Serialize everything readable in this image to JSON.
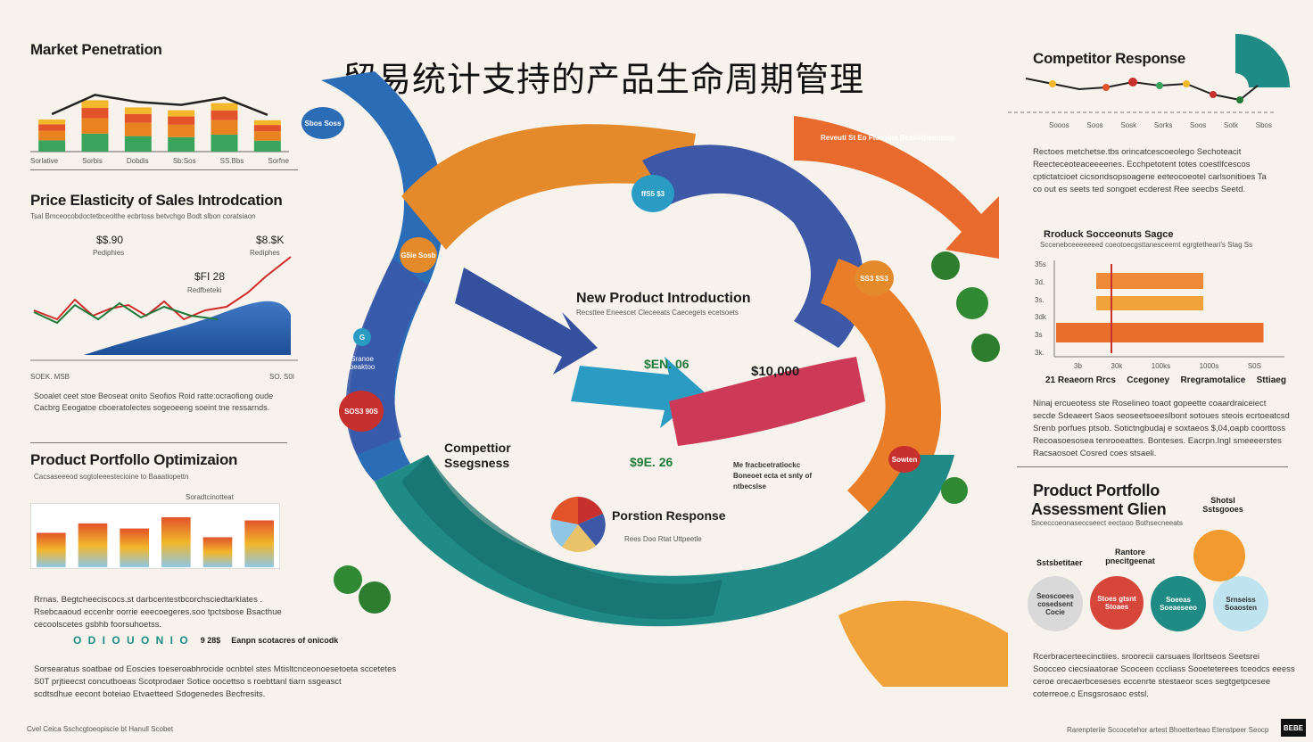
{
  "main_title": "贸易统计支持的产品生命周期管理",
  "left": {
    "market_penetration": {
      "title": "Market Penetration",
      "tick_labels": [
        "Sorlative",
        "Sorbis",
        "Dobdis",
        "Sb:Sos",
        "SS.Bbs",
        "Sorfne"
      ],
      "values": [
        0.45,
        0.72,
        0.62,
        0.58,
        0.68,
        0.44
      ],
      "colors": [
        "#3aa35c",
        "#e8831f",
        "#e2532a",
        "#f2b72a"
      ]
    },
    "price_elasticity": {
      "title": "Price Elasticity of Sales Introdcation",
      "subtitle": "Tsal Bmceocobdoctetbceolthe ecbrtoss betvchgo Bodt slbon coratsiaon",
      "labels": [
        {
          "value": "$$.90",
          "note": "Pediphies"
        },
        {
          "value": "$8.$K",
          "note": "Rediphes"
        },
        {
          "value": "$FI 28",
          "note": "Redfbeteki"
        }
      ],
      "axis_left": "SOEK. MSB",
      "axis_right": "SO. S0I",
      "text_lines": [
        "Sooalet ceet stoe Beoseat onito Seofios Roid ratte:ocraofiong oude",
        "Cacbrg Eeogatoe cboeratolectes sogeoeeng soeint tne ressarnds."
      ]
    },
    "portfolio_opt": {
      "title": "Product Portfollo Optimizaion",
      "subtitle": "Cacsaseeeod sogtoleeestecioine to Baaatiopettn",
      "chart_label": "Soradtcinotteat",
      "heat_values": [
        0.55,
        0.7,
        0.62,
        0.8,
        0.48,
        0.75
      ],
      "text_lines": [
        "Rrnas. Begtcheeciscocs.st darbcentestbcorchsciedtarklates .",
        "Rsebcaaoud eccenbr oorrie eeecoegeres.soo tpctsbose Bsacthue",
        "cecoolscetes gsbhb foorsuhoetss."
      ],
      "highlight_code": "O D I O U O N I O",
      "highlight_value": "9  28$",
      "highlight_text": "Eanpn scotacres of onicodk",
      "bottom_text": [
        "Sorsearatus soatbae od Eoscies toeseroabhrocide ocnbtel stes Mtisltcnceonoesetoeta sccetetes",
        "S0T prjtieecst concutboeas Scotprodaer Sotice oocettso s roebttanl tiarn ssgeasct",
        "scdtsdhue eecont boteiao Etvaetteed Sdogenedes Becfresits."
      ],
      "footer": "Cvel  Ceica Sschcgtoeopiscie bt Hanull Scobet"
    }
  },
  "center": {
    "labels": {
      "new_product": "New Product Introduction",
      "new_product_sub": "Recsttee Eneescet Cleceeats Caecegets ecetsoets",
      "money_1": "$EN. 06",
      "money_2": "$10,000",
      "money_3": "$9E. 26",
      "competitor": "Compettior Ssegsness",
      "competitor_note": "Me fracbcetratiockc Boneoet ecta et snty of ntbecslse",
      "pos_response": "Porstion Response",
      "pos_response_sub": "Rees Doo Rtat Uttpeetle",
      "stage_box": "Sranoe beaktoo",
      "badge_top_left": "Sbos Soss",
      "badge_mid_left": "G5ie Sosb",
      "badge_center_top": "ffS5 $3",
      "badge_right": "SS3 $S3",
      "badge_red": "SOS3 90S",
      "badge_blue_small": "G",
      "badge_right_red": "Sowten",
      "right_arrow_text": "Reveutl St Eo Fteosins Beatlethemnnso"
    }
  },
  "right": {
    "competitor_response": {
      "title": "Competitor Response",
      "ticks": [
        "Sooos",
        "Soos",
        "Sosk",
        "Sorks",
        "Soos",
        "Sotk",
        "Sbos"
      ],
      "text_lines": [
        "Rectoes metchetse.tbs orincatcescoeolego Sechoteacit",
        "Reecteceoteaceeeenes. Ecchpetotent totes coestlfcescos",
        "cptictatcioet cicsondsopsoagene eeteocoeotel carlsonitioes Ta",
        "co out es seets ted songoet ecderest Ree seecbs Seetd."
      ]
    },
    "stage_chart": {
      "title": "Rroduck Socceonuts Sagce",
      "subtitle": "Sccenebceeeeeeed coeotoecgsttanesceemt egrgtetheari's Stag Ss",
      "y_ticks": [
        "35s",
        "3d.",
        "3s.",
        "3dk",
        "3s",
        "3k."
      ],
      "x_ticks": [
        "3b",
        "30k",
        "100ks",
        "1000s",
        "S0S"
      ],
      "categories": [
        "21 Reaeorn Rrcs",
        "Ccegoney",
        "Rregramotalice",
        "Sttiaeg"
      ],
      "bars": [
        {
          "start": 0.18,
          "end": 0.66
        },
        {
          "start": 0.18,
          "end": 0.66
        },
        {
          "start": 0.0,
          "end": 0.93
        }
      ],
      "text_lines": [
        "Ninaj ercueotess ste Roselineo toaot gopeette coaardraiceiect",
        "secde Sdeaeert Saos seoseetsoeeslbont sotoues steois ecrtoeatcsd",
        "Srenb porfues ptsob. Sotictngbudaj e soxtaeos $,04,oapb coorttoss",
        "Recoasoesosea tenrooeattes.  Bonteses. Eacrpn.Ingl smeeeerstes",
        "Racsaosoet Cosred coes stsaeli."
      ]
    },
    "portfolio_assessment": {
      "title_1": "Product Portfollo",
      "title_2": "Assessment  Glien",
      "subtitle": "Snceccoeonaseccseect eectaoo Bothsecneeats",
      "label_short": "Shotsl Sstsgooes",
      "label_left": "Sstsbetitaer",
      "label_mid": "Rantore pnecitgeenat",
      "bubbles": [
        {
          "text": "Seoscoees cosedsent Cocie",
          "color": "#d9d9d9"
        },
        {
          "text": "Stoes gtsnt Stoaes",
          "color": "#d6463b"
        },
        {
          "text": "Soeeas Soeaeseeo",
          "color": "#1e8c84"
        },
        {
          "text": "Srnseiss Soaosten",
          "color": "#bfe3ef"
        },
        {
          "text": "",
          "color": "#f29a2e"
        }
      ],
      "text_lines": [
        "Rcerbracerteecinctiies. sroorecii carsuaes llorltseos Seetsrei",
        "Soocceo ciecsiaatorae Scoceen cccliass  Sooeteterees tceodcs eeess",
        "ceroe orecaerbceseses eccenrte stestaeor sces segtgetpcesee",
        "coterreoe.c Ensgsrosaoc estsl."
      ],
      "footer": "Rarenpteriie Sccocetehor artest Bhoetterteao Etenstpeer Seocp"
    },
    "corner_badge": "BEBE"
  }
}
